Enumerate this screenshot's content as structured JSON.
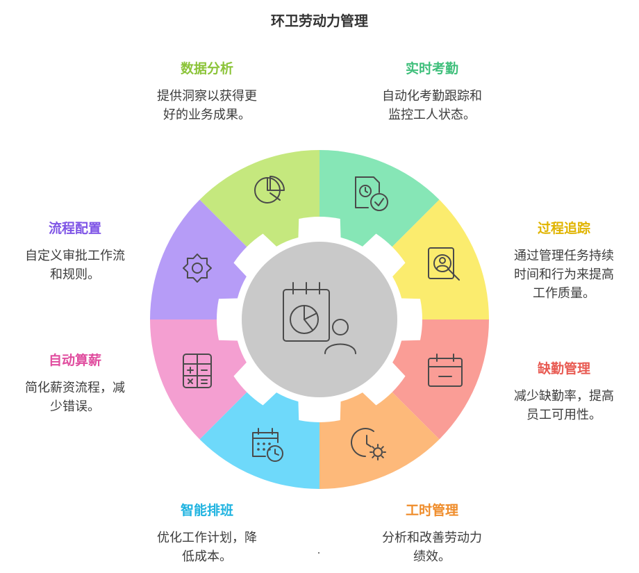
{
  "title": "环卫劳动力管理",
  "colors": {
    "center": "#c9c9c9",
    "gap": "#ffffff",
    "stroke": "#4a4a4a"
  },
  "segments": [
    {
      "key": "data",
      "heading": "数据分析",
      "desc_lines": [
        "提供洞察以获得更",
        "好的业务成果。"
      ],
      "color": "#c5e87e",
      "head_color": "#8cc43a",
      "icon": "pie-chart-icon"
    },
    {
      "key": "attendance",
      "heading": "实时考勤",
      "desc_lines": [
        "自动化考勤跟踪和",
        "监控工人状态。"
      ],
      "color": "#86e6b6",
      "head_color": "#3fbf7b",
      "icon": "clock-check-document-icon"
    },
    {
      "key": "tracking",
      "heading": "过程追踪",
      "desc_lines": [
        "通过管理任务持续",
        "时间和行为来提高",
        "工作质量。"
      ],
      "color": "#fbec6e",
      "head_color": "#e0b400",
      "icon": "user-search-document-icon"
    },
    {
      "key": "absence",
      "heading": "缺勤管理",
      "desc_lines": [
        "减少缺勤率，提高",
        "员工可用性。"
      ],
      "color": "#fa9d96",
      "head_color": "#e85a52",
      "icon": "calendar-minus-icon"
    },
    {
      "key": "hours",
      "heading": "工时管理",
      "desc_lines": [
        "分析和改善劳动力",
        "绩效。"
      ],
      "color": "#fdb97a",
      "head_color": "#ef8c2a",
      "icon": "clock-gear-icon"
    },
    {
      "key": "schedule",
      "heading": "智能排班",
      "desc_lines": [
        "优化工作计划，降",
        "低成本。"
      ],
      "color": "#6ed9fa",
      "head_color": "#1fb3e0",
      "icon": "calendar-clock-icon"
    },
    {
      "key": "payroll",
      "heading": "自动算薪",
      "desc_lines": [
        "简化薪资流程，减",
        "少错误。"
      ],
      "color": "#f49fd1",
      "head_color": "#e04e9f",
      "icon": "calculator-icon"
    },
    {
      "key": "workflow",
      "heading": "流程配置",
      "desc_lines": [
        "自定义审批工作流",
        "和规则。"
      ],
      "color": "#b69cf7",
      "head_color": "#7f55e6",
      "icon": "gear-icon"
    }
  ]
}
